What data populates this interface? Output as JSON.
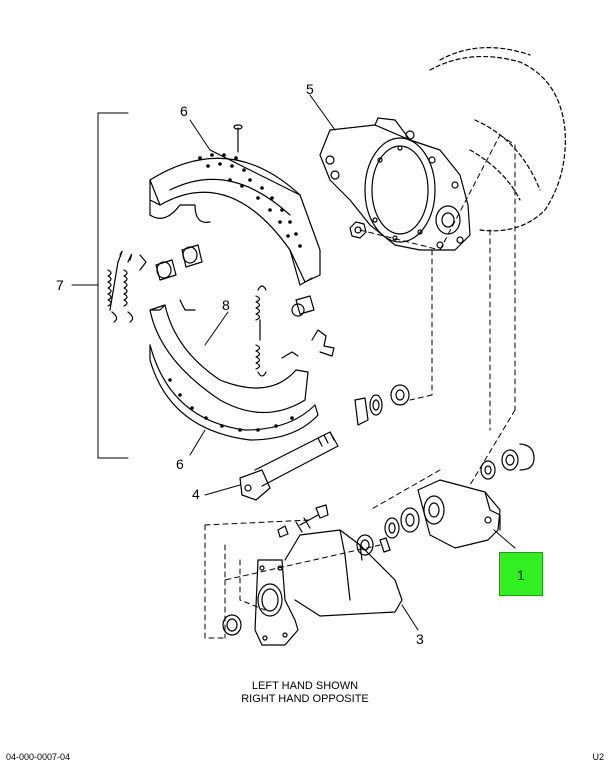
{
  "callouts": [
    {
      "id": "c1",
      "label": "1"
    },
    {
      "id": "c3",
      "label": "3"
    },
    {
      "id": "c4",
      "label": "4"
    },
    {
      "id": "c5",
      "label": "5"
    },
    {
      "id": "c6a",
      "label": "6"
    },
    {
      "id": "c6b",
      "label": "6"
    },
    {
      "id": "c7",
      "label": "7"
    },
    {
      "id": "c8",
      "label": "8"
    }
  ],
  "caption": {
    "line1": "LEFT HAND SHOWN",
    "line2": "RIGHT HAND OPPOSITE"
  },
  "footer": {
    "left": "04-000-0007-04",
    "right": "U2"
  },
  "colors": {
    "highlight": "#33ee22",
    "line": "#000000"
  }
}
